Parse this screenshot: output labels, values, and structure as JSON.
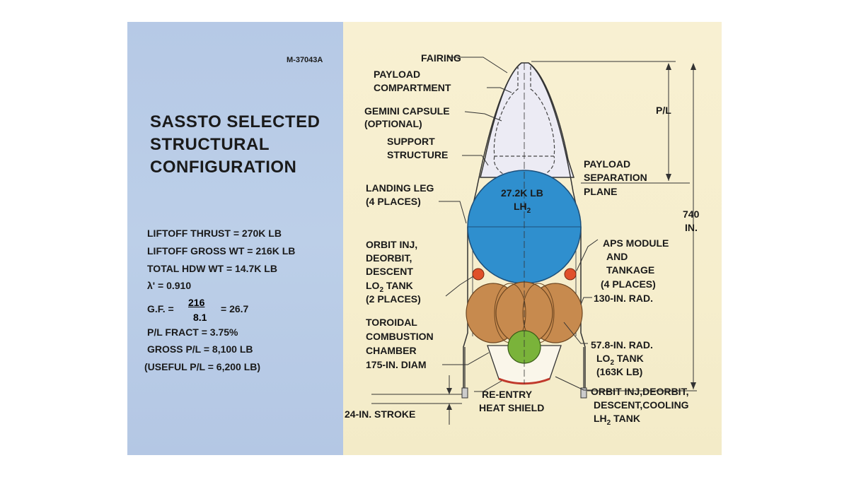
{
  "document_id": "M-37043A",
  "title_lines": [
    "SASSTO SELECTED",
    "STRUCTURAL",
    "CONFIGURATION"
  ],
  "specs": {
    "liftoff_thrust": "LIFTOFF THRUST = 270K LB",
    "liftoff_gross_wt": "LIFTOFF GROSS WT = 216K LB",
    "total_hdw_wt": "TOTAL HDW WT = 14.7K LB",
    "lambda": "λ' = 0.910",
    "gf_prefix": "G.F. =",
    "gf_numerator": "216",
    "gf_denominator": "8.1",
    "gf_result": "= 26.7",
    "pl_fract": "P/L FRACT = 3.75%",
    "gross_pl": "GROSS P/L = 8,100 LB",
    "useful_pl": "(USEFUL P/L = 6,200 LB)"
  },
  "labels": {
    "fairing": "FAIRING",
    "payload_compartment": [
      "PAYLOAD",
      "COMPARTMENT"
    ],
    "gemini_capsule": [
      "GEMINI CAPSULE",
      "(OPTIONAL)"
    ],
    "support_structure": [
      "SUPPORT",
      "STRUCTURE"
    ],
    "landing_leg": [
      "LANDING LEG",
      "(4 PLACES)"
    ],
    "orbit_inj_tank": [
      "ORBIT INJ,",
      "DEORBIT,",
      "DESCENT",
      "LO",
      "2",
      " TANK",
      "(2 PLACES)"
    ],
    "toroidal_chamber": [
      "TOROIDAL",
      "COMBUSTION",
      "CHAMBER",
      "175-IN. DIAM"
    ],
    "reentry_shield": [
      "RE-ENTRY",
      "HEAT SHIELD"
    ],
    "stroke": "24-IN. STROKE",
    "pl": "P/L",
    "payload_separation": [
      "PAYLOAD",
      "SEPARATION",
      "PLANE"
    ],
    "overall_length": [
      "740",
      "IN."
    ],
    "aps_module": [
      "APS MODULE",
      "AND",
      "TANKAGE",
      "(4 PLACES)"
    ],
    "radius_130": "130-IN. RAD.",
    "lo2_tank": [
      "57.8-IN. RAD.",
      "LO",
      "2",
      " TANK",
      "(163K LB)"
    ],
    "orbit_inj_lh2": [
      "ORBIT INJ,DEORBIT,",
      "DESCENT,COOLING",
      "LH",
      "2",
      " TANK"
    ],
    "lh2_tank": [
      "27.2K LB",
      "LH",
      "2"
    ]
  },
  "colors": {
    "lh2_tank": "#2f8fce",
    "lo2_tank": "#c78a4e",
    "aps_tank": "#e0502a",
    "toroidal_tank": "#7ab33a",
    "panel_left": "#b8cbe6",
    "panel_right": "#f6eecd"
  }
}
